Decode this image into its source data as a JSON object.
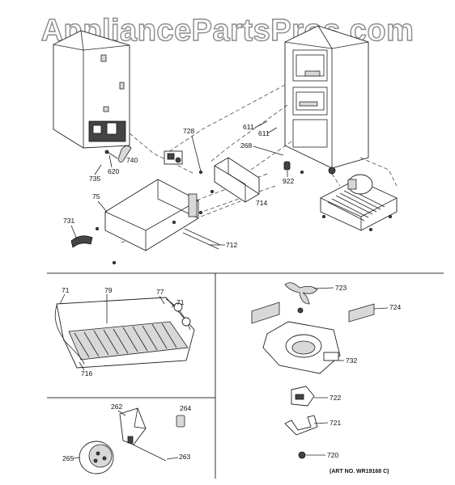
{
  "watermark": "AppliancePartsPros.com",
  "art_number": "(ART NO. WR19168 C)",
  "callouts": {
    "c611a": "611",
    "c611b": "611",
    "c268": "268",
    "c728": "728",
    "c740": "740",
    "c620": "620",
    "c735": "735",
    "c922": "922",
    "c714": "714",
    "c75": "75",
    "c731": "731",
    "c712": "712",
    "c71a": "71",
    "c79": "79",
    "c77": "77",
    "c71b": "71",
    "c716": "716",
    "c723": "723",
    "c724": "724",
    "c732": "732",
    "c722": "722",
    "c721": "721",
    "c720": "720",
    "c262": "262",
    "c264": "264",
    "c265": "265",
    "c263": "263"
  }
}
